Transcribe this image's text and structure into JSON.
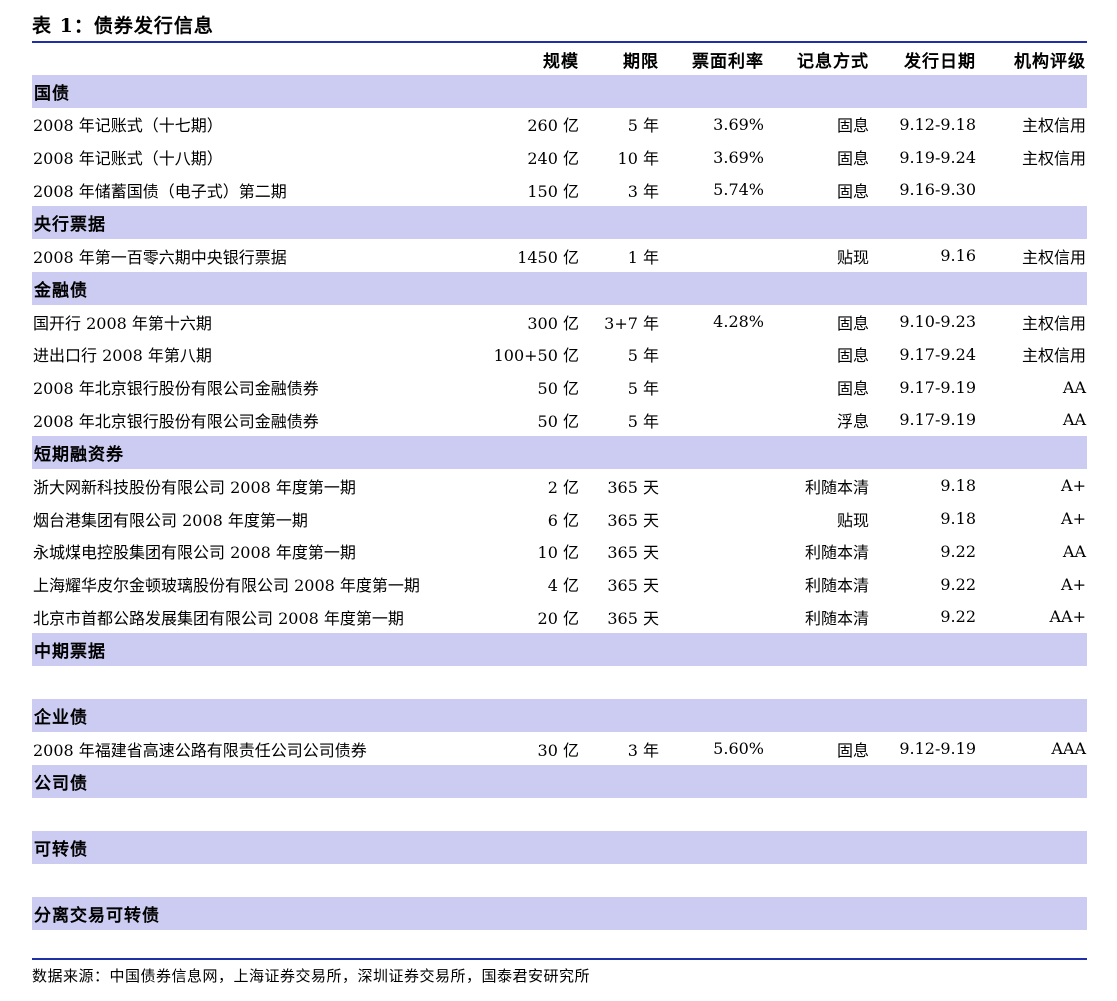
{
  "title": "表 1：债券发行信息",
  "columns": [
    "",
    "规模",
    "期限",
    "票面利率",
    "记息方式",
    "发行日期",
    "机构评级"
  ],
  "sections": [
    {
      "name": "国债",
      "rows": [
        [
          "2008 年记账式（十七期）",
          "260 亿",
          "5 年",
          "3.69%",
          "固息",
          "9.12-9.18",
          "主权信用"
        ],
        [
          "2008 年记账式（十八期）",
          "240 亿",
          "10 年",
          "3.69%",
          "固息",
          "9.19-9.24",
          "主权信用"
        ],
        [
          "2008 年储蓄国债（电子式）第二期",
          "150 亿",
          "3 年",
          "5.74%",
          "固息",
          "9.16-9.30",
          ""
        ]
      ]
    },
    {
      "name": "央行票据",
      "rows": [
        [
          "2008 年第一百零六期中央银行票据",
          "1450 亿",
          "1 年",
          "",
          "贴现",
          "9.16",
          "主权信用"
        ]
      ]
    },
    {
      "name": "金融债",
      "rows": [
        [
          "国开行 2008 年第十六期",
          "300 亿",
          "3+7 年",
          "4.28%",
          "固息",
          "9.10-9.23",
          "主权信用"
        ],
        [
          "进出口行 2008 年第八期",
          "100+50 亿",
          "5 年",
          "",
          "固息",
          "9.17-9.24",
          "主权信用"
        ],
        [
          "2008 年北京银行股份有限公司金融债券",
          "50 亿",
          "5 年",
          "",
          "固息",
          "9.17-9.19",
          "AA"
        ],
        [
          "2008 年北京银行股份有限公司金融债券",
          "50 亿",
          "5 年",
          "",
          "浮息",
          "9.17-9.19",
          "AA"
        ]
      ]
    },
    {
      "name": "短期融资券",
      "rows": [
        [
          "浙大网新科技股份有限公司 2008 年度第一期",
          "2 亿",
          "365 天",
          "",
          "利随本清",
          "9.18",
          "A+"
        ],
        [
          "烟台港集团有限公司 2008 年度第一期",
          "6 亿",
          "365 天",
          "",
          "贴现",
          "9.18",
          "A+"
        ],
        [
          "永城煤电控股集团有限公司 2008 年度第一期",
          "10 亿",
          "365 天",
          "",
          "利随本清",
          "9.22",
          "AA"
        ],
        [
          "上海耀华皮尔金顿玻璃股份有限公司 2008 年度第一期",
          "4 亿",
          "365 天",
          "",
          "利随本清",
          "9.22",
          "A+"
        ],
        [
          "北京市首都公路发展集团有限公司 2008 年度第一期",
          "20 亿",
          "365 天",
          "",
          "利随本清",
          "9.22",
          "AA+"
        ]
      ]
    },
    {
      "name": "中期票据",
      "rows": []
    },
    {
      "name": "企业债",
      "rows": [
        [
          "2008 年福建省高速公路有限责任公司公司债券",
          "30 亿",
          "3 年",
          "5.60%",
          "固息",
          "9.12-9.19",
          "AAA"
        ]
      ]
    },
    {
      "name": "公司债",
      "rows": []
    },
    {
      "name": "可转债",
      "rows": []
    },
    {
      "name": "分离交易可转债",
      "rows": []
    }
  ],
  "source": "数据来源：中国债券信息网，上海证券交易所，深圳证券交易所，国泰君安研究所",
  "colors": {
    "rule": "#1f2fa8",
    "section_band": "#ccccf2"
  }
}
